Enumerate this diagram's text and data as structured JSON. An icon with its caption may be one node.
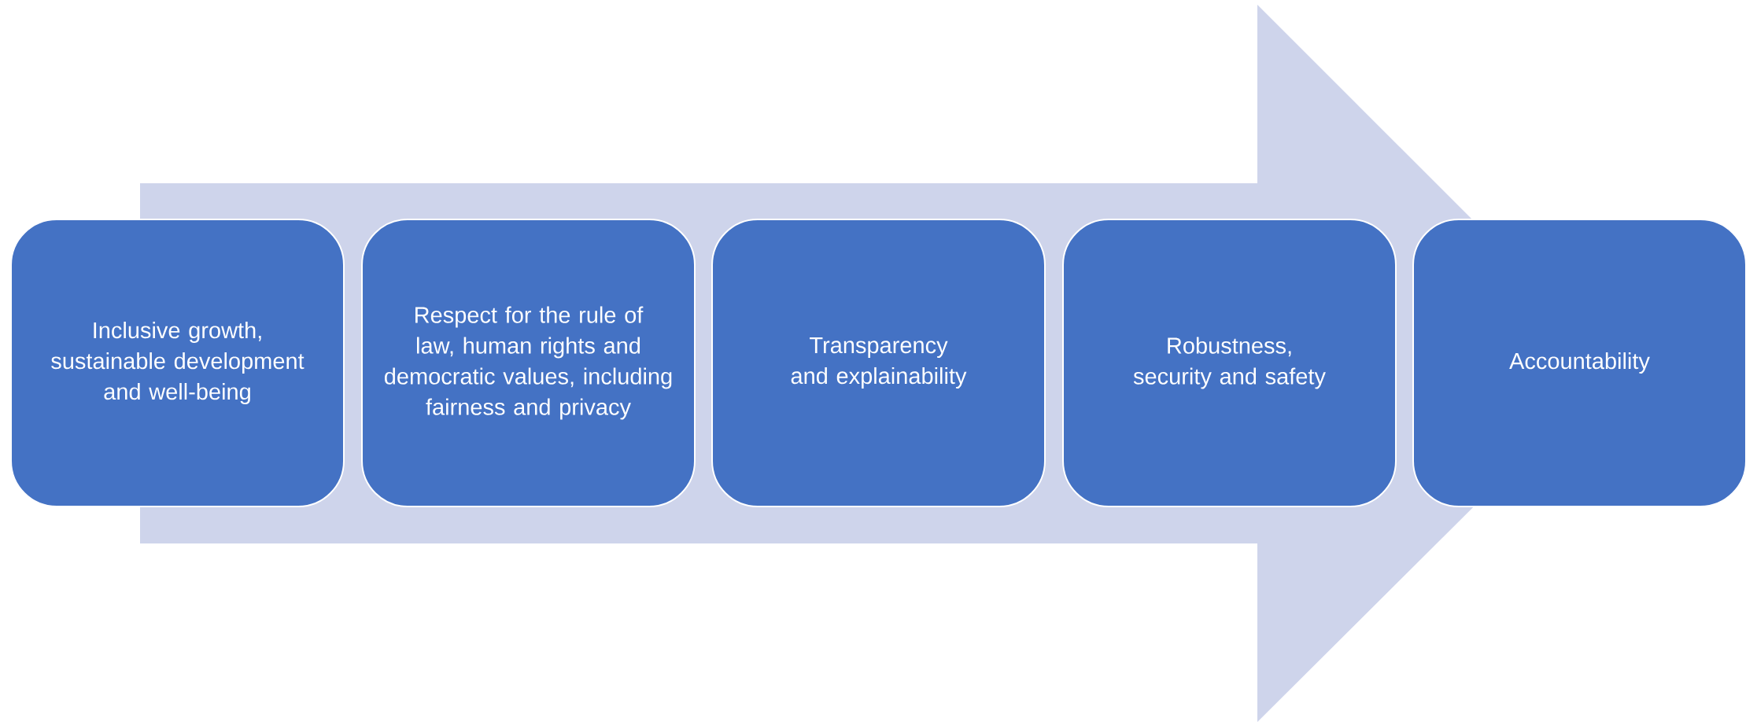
{
  "diagram": {
    "nodes": [
      {
        "text": [
          "Inclusive growth, sustainable development and well-being"
        ]
      },
      {
        "text": [
          "Respect for the rule of law, human rights and democratic values, including fairness and privacy"
        ]
      },
      {
        "text": [
          "Transparency and explainability"
        ]
      },
      {
        "text": [
          "Robustness, security and safety"
        ]
      },
      {
        "text": [
          "Accountability"
        ]
      }
    ],
    "edges": [
      {
        "from": 0,
        "to": 4,
        "arrow": "to"
      }
    ]
  }
}
